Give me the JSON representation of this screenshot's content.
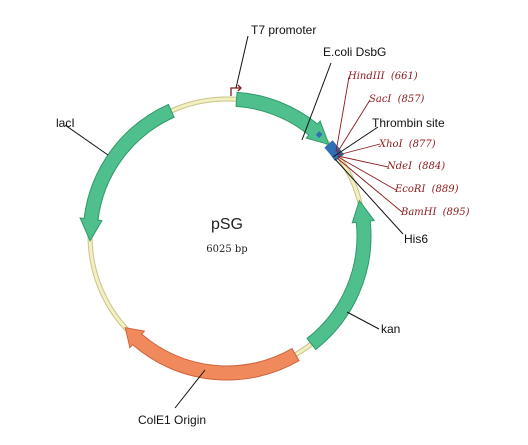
{
  "plasmid": {
    "name": "pSG",
    "size": "6025 bp"
  },
  "colors": {
    "backbone": "#f2efc0",
    "backbone_edge": "#c9c48a",
    "green_feature": "#4fbf8e",
    "green_edge": "#2e9a6a",
    "orange_feature": "#f08a5d",
    "orange_edge": "#d0643a",
    "blue_feature": "#2f6fb5",
    "site_red": "#8b1a1a",
    "leader": "#111111"
  },
  "features": [
    {
      "label": "T7 promoter",
      "type": "promoter"
    },
    {
      "label": "E.coli DsbG",
      "type": "gene"
    },
    {
      "label": "Thrombin site",
      "type": "tag"
    },
    {
      "label": "His6",
      "type": "tag"
    },
    {
      "label": "kan",
      "type": "gene"
    },
    {
      "label": "ColE1 Origin",
      "type": "origin"
    },
    {
      "label": "lacI",
      "type": "gene"
    }
  ],
  "sites": [
    {
      "name": "HindIII",
      "position": "(661)"
    },
    {
      "name": "SacI",
      "position": "(857)"
    },
    {
      "name": "XhoI",
      "position": "(877)"
    },
    {
      "name": "NdeI",
      "position": "(884)"
    },
    {
      "name": "EcoRI",
      "position": "(889)"
    },
    {
      "name": "BamHI",
      "position": "(895)"
    }
  ]
}
